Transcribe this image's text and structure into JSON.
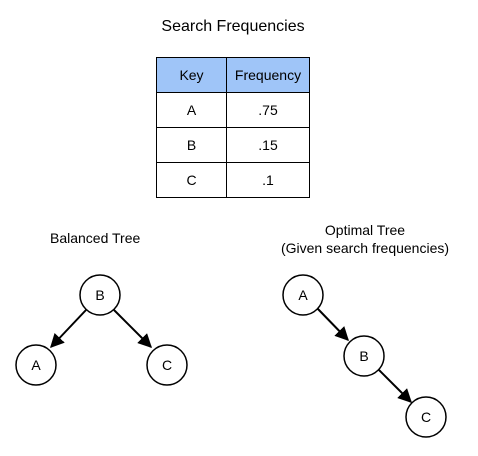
{
  "frequency_table": {
    "title": "Search Frequencies",
    "headers": [
      "Key",
      "Frequency"
    ],
    "rows": [
      [
        "A",
        ".75"
      ],
      [
        "B",
        ".15"
      ],
      [
        "C",
        ".1"
      ]
    ]
  },
  "balanced_tree": {
    "title": "Balanced Tree",
    "nodes": [
      "B",
      "A",
      "C"
    ]
  },
  "optimal_tree": {
    "title_line1": "Optimal Tree",
    "title_line2": "(Given search frequencies)",
    "nodes": [
      "A",
      "B",
      "C"
    ]
  }
}
